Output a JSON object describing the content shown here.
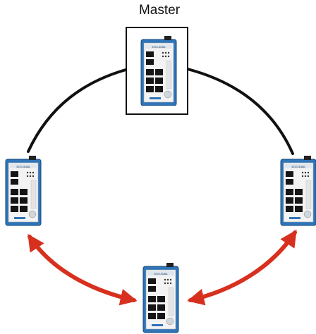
{
  "diagram": {
    "master_label": "Master",
    "colors": {
      "ring_line": "#111111",
      "arrow": "#d8301e",
      "switch_body": "#2e74b8",
      "switch_face": "#f3f3f3",
      "port": "#151515"
    },
    "nodes": [
      {
        "role": "master-switch"
      },
      {
        "role": "left-switch"
      },
      {
        "role": "right-switch"
      },
      {
        "role": "bottom-switch"
      }
    ],
    "links": [
      {
        "type": "ring-line",
        "from": "left-switch",
        "to": "master-switch"
      },
      {
        "type": "ring-line",
        "from": "master-switch",
        "to": "right-switch"
      },
      {
        "type": "double-arrow",
        "from": "left-switch",
        "to": "bottom-switch"
      },
      {
        "type": "double-arrow",
        "from": "bottom-switch",
        "to": "right-switch"
      }
    ]
  }
}
